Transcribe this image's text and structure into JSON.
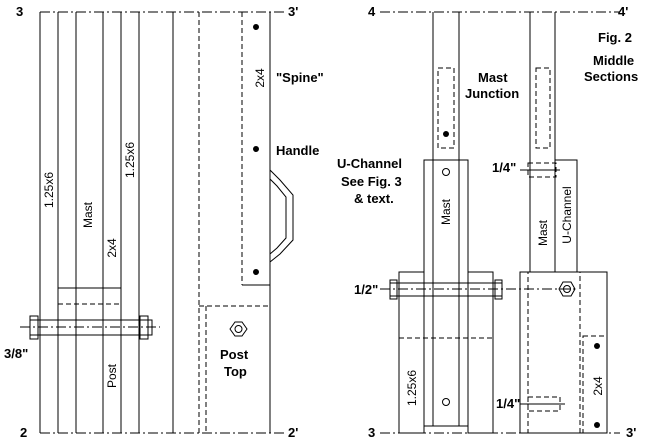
{
  "left": {
    "top_left": "3",
    "top_right": "3'",
    "bottom_left": "2",
    "bottom_right": "2'",
    "board_a": "1.25x6",
    "board_b": "1.25x6",
    "mast": "Mast",
    "twobyfour": "2x4",
    "post": "Post",
    "spine": "\"Spine\"",
    "spine_board": "2x4",
    "handle": "Handle",
    "bolt": "3/8\"",
    "post_top_1": "Post",
    "post_top_2": "Top"
  },
  "right": {
    "top_left": "4",
    "top_right": "4'",
    "bottom_left": "3",
    "bottom_right": "3'",
    "fig": "Fig. 2",
    "middle": "Middle",
    "sections": "Sections",
    "mast_junction_1": "Mast",
    "mast_junction_2": "Junction",
    "uchannel_1": "U-Channel",
    "uchannel_2": "See Fig. 3",
    "uchannel_3": "& text.",
    "quarter_top": "1/4\"",
    "half": "1/2\"",
    "quarter_bottom": "1/4\"",
    "mast_a": "Mast",
    "mast_b": "Mast",
    "uchannel_vertical": "U-Channel",
    "board": "1.25x6",
    "board_2x4": "2x4"
  }
}
